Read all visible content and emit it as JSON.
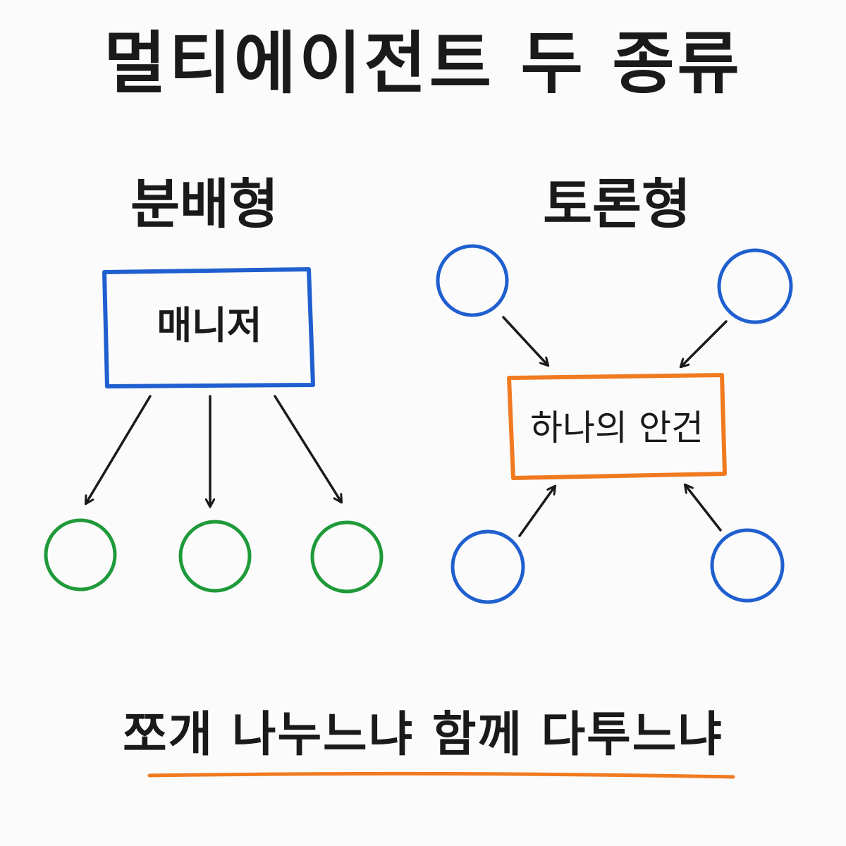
{
  "title": "멀티에이전트 두 종류",
  "distributed": {
    "label": "분배형",
    "manager_label": "매니저"
  },
  "debate": {
    "label": "토론형",
    "topic_label": "하나의 안건"
  },
  "footer": "쪼개 나누느냐 함께 다투느냐",
  "colors": {
    "background": "#fbfbfb",
    "ink": "#1a1a1a",
    "manager_box": "#1f5fcf",
    "worker_circle": "#1f9a3a",
    "agent_circle": "#1f5fcf",
    "topic_box": "#f07a20",
    "underline": "#f07a20"
  }
}
